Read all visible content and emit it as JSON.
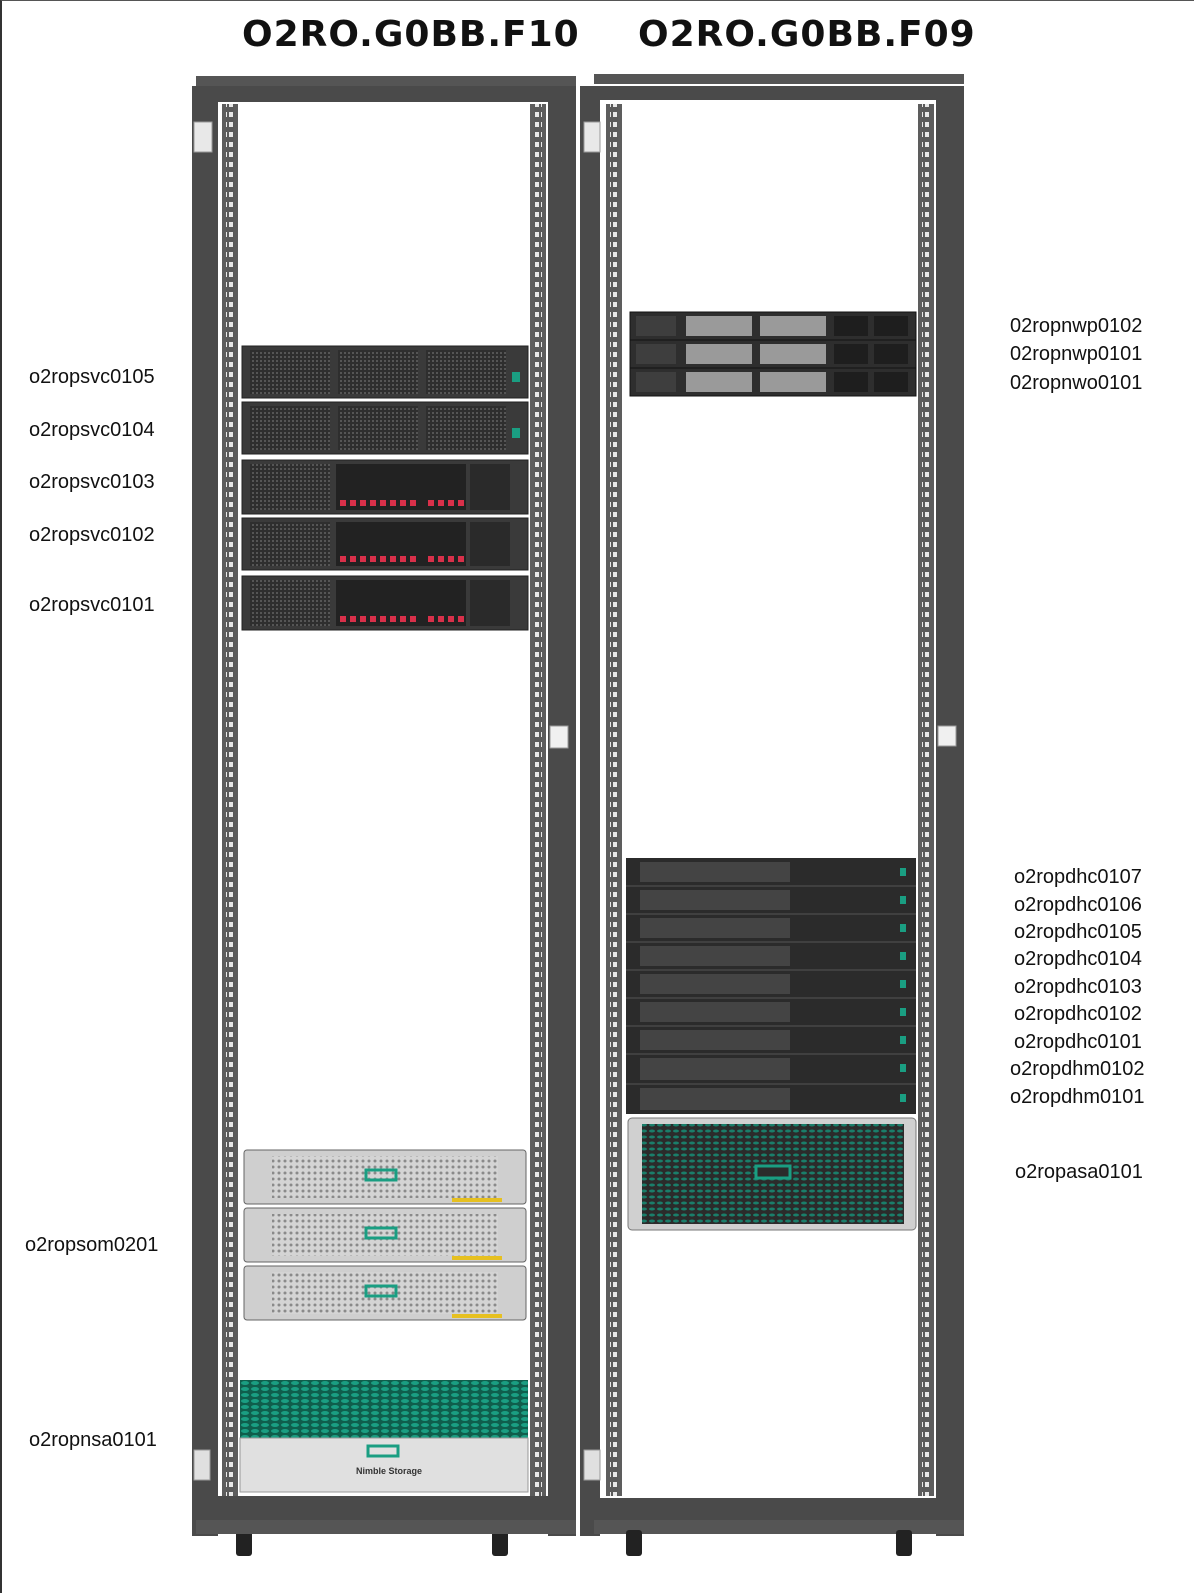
{
  "racks": [
    {
      "title": "O2RO.G0BB.F10"
    },
    {
      "title": "O2RO.G0BB.F09"
    }
  ],
  "left_rack_labels": [
    "o2ropsvc0105",
    "o2ropsvc0104",
    "o2ropsvc0103",
    "o2ropsvc0102",
    "o2ropsvc0101",
    "o2ropsom0201",
    "o2ropnsa0101"
  ],
  "right_rack_labels": [
    "02ropnwp0102",
    "02ropnwp0101",
    "02ropnwo0101",
    "o2ropdhc0107",
    "o2ropdhc0106",
    "o2ropdhc0105",
    "o2ropdhc0104",
    "o2ropdhc0103",
    "o2ropdhc0102",
    "o2ropdhc0101",
    "o2ropdhm0102",
    "o2ropdhm0101",
    "o2ropasa0101"
  ],
  "storage_brand_text": "Nimble Storage",
  "colors": {
    "rack_frame": "#4a4a4a",
    "rack_rail": "#6b6b6b",
    "server_body": "#3a3a3a",
    "drive_red": "#d9304a",
    "hpe_green": "#1a9e82",
    "storage_silver": "#c8c8c8"
  }
}
